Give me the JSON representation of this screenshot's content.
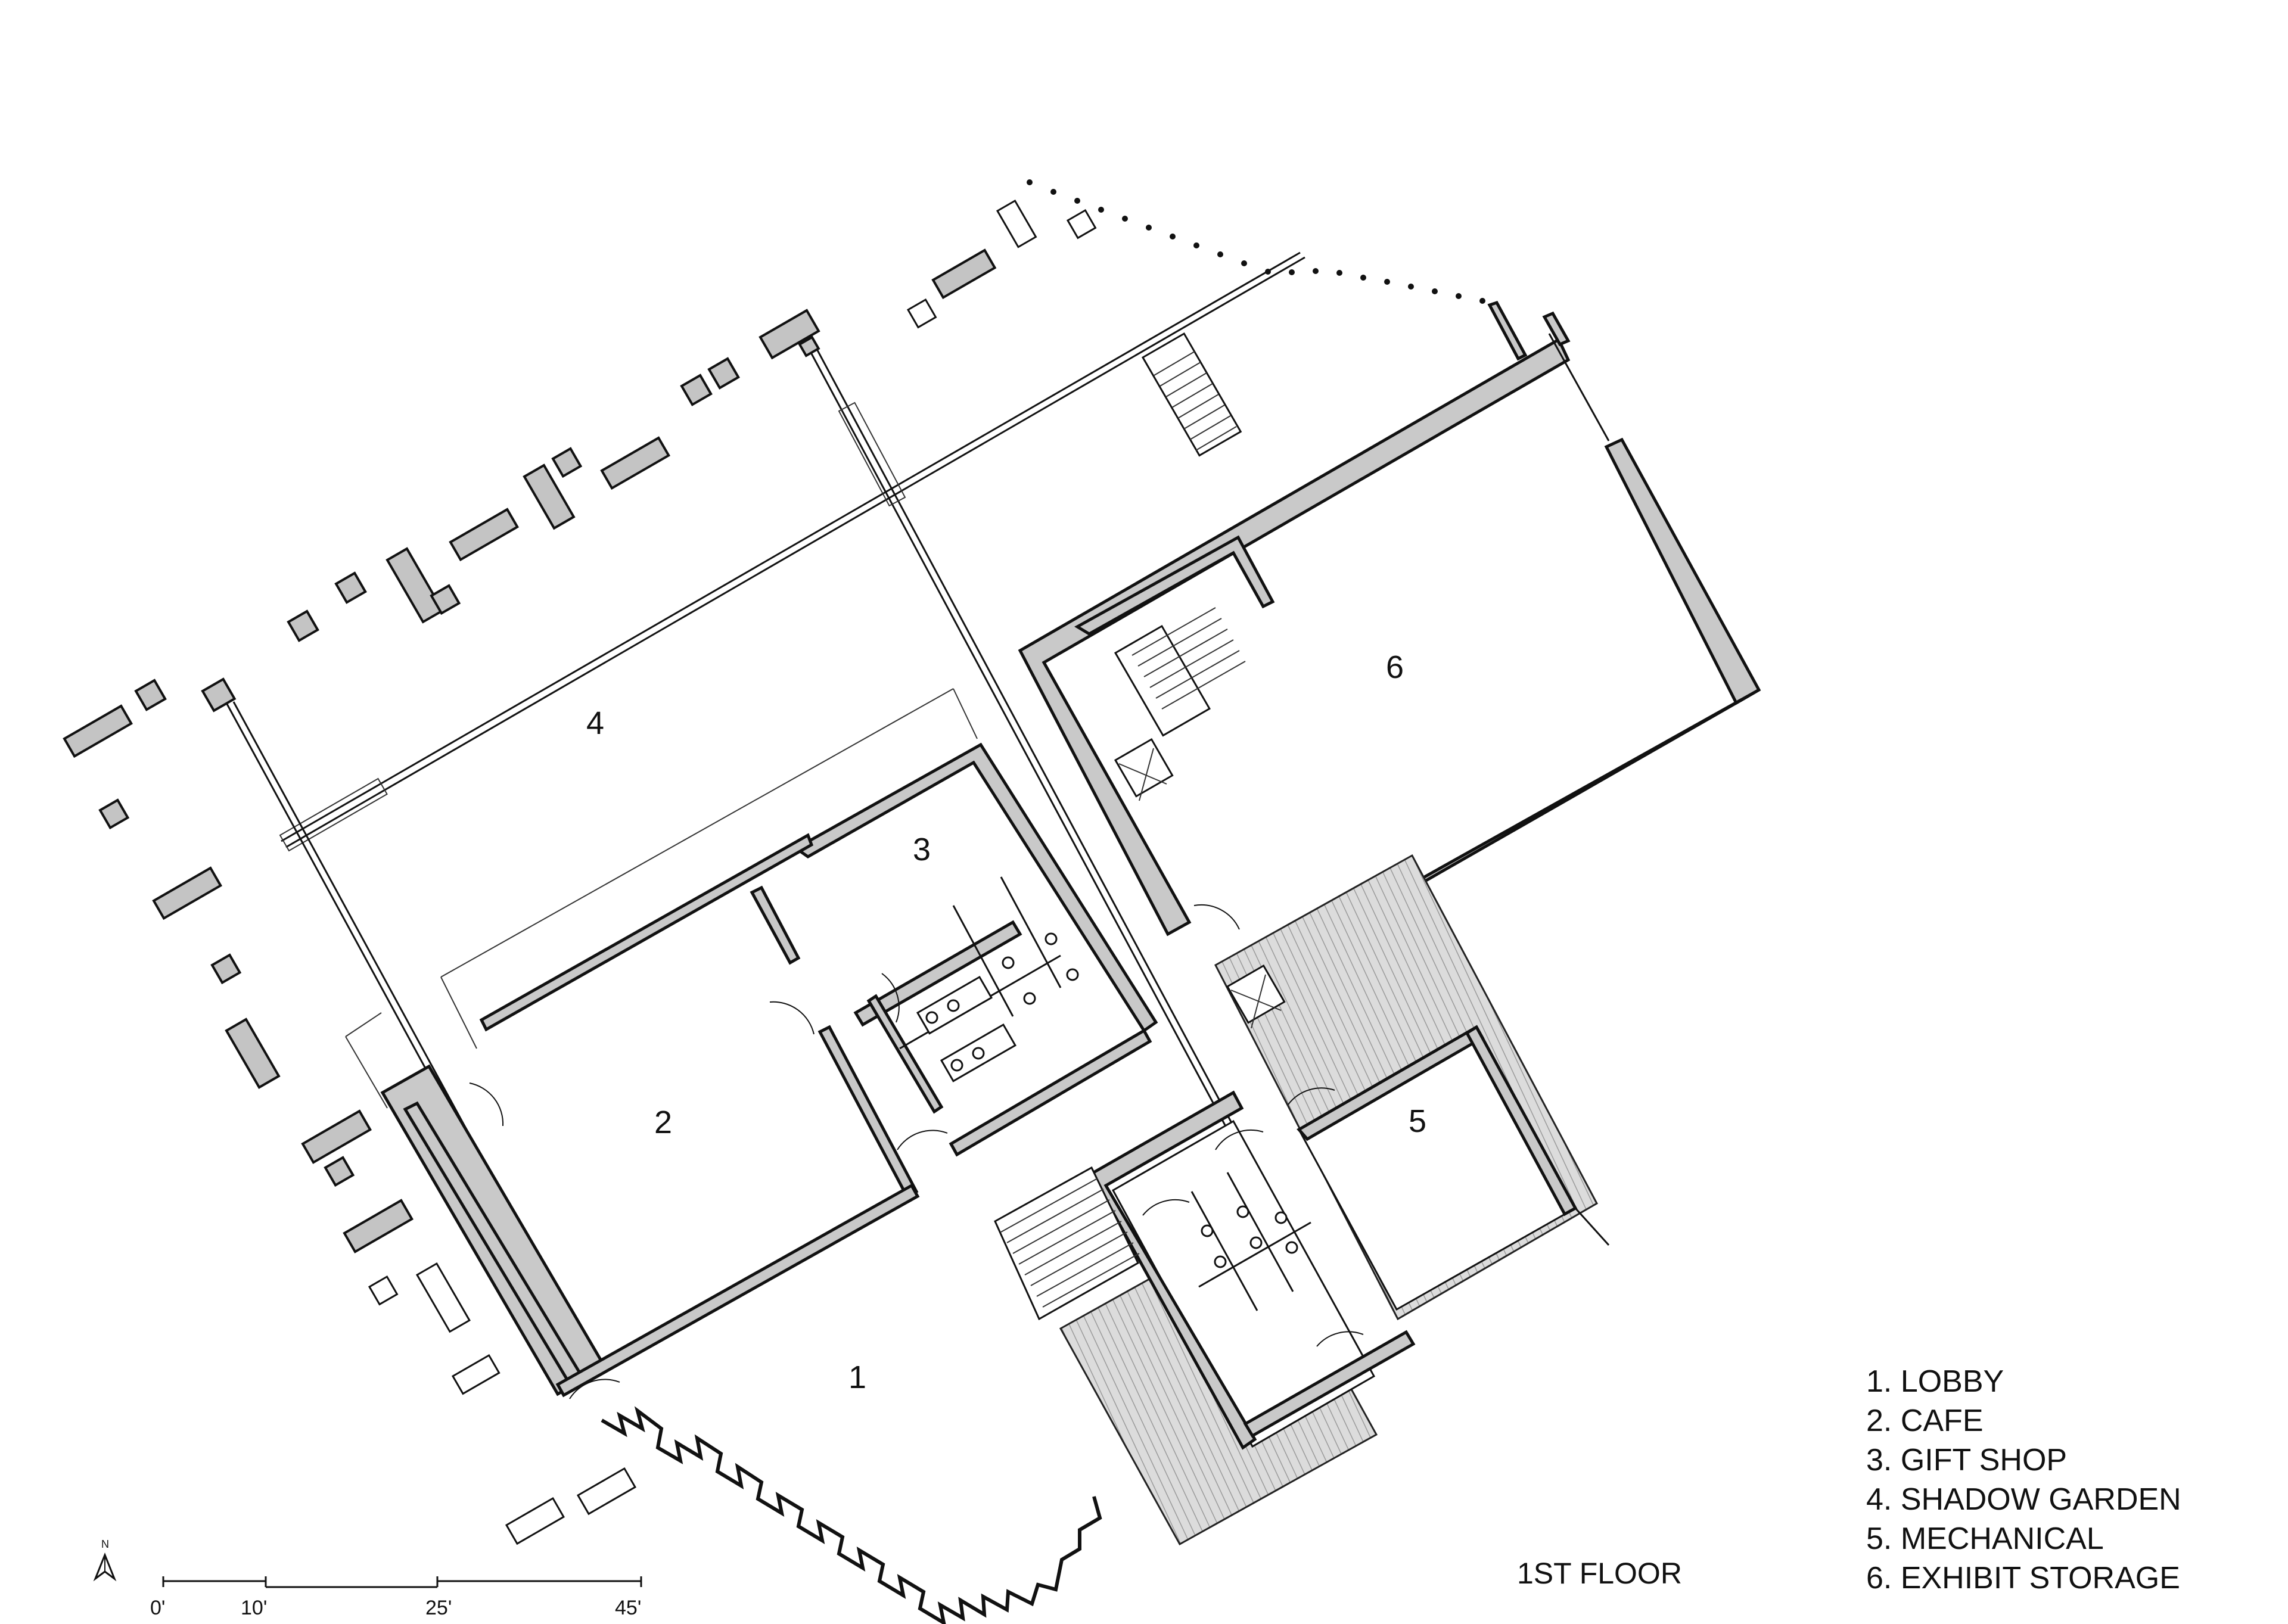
{
  "rooms": [
    {
      "number": "1"
    },
    {
      "number": "2"
    },
    {
      "number": "3"
    },
    {
      "number": "4"
    },
    {
      "number": "5"
    },
    {
      "number": "6"
    }
  ],
  "legend": [
    {
      "label": "1. LOBBY"
    },
    {
      "label": "2. CAFE"
    },
    {
      "label": "3. GIFT SHOP"
    },
    {
      "label": "4. SHADOW GARDEN"
    },
    {
      "label": "5. MECHANICAL"
    },
    {
      "label": "6. EXHIBIT STORAGE"
    }
  ],
  "floor_label": "1ST FLOOR",
  "scale_bar": {
    "ticks": [
      "0'",
      "10'",
      "25'",
      "45'"
    ]
  },
  "north_arrow": {
    "label": "N",
    "icon": "north-arrow-icon"
  },
  "colors": {
    "wall": "#c9c9c9",
    "line": "#111111",
    "background": "#ffffff"
  }
}
